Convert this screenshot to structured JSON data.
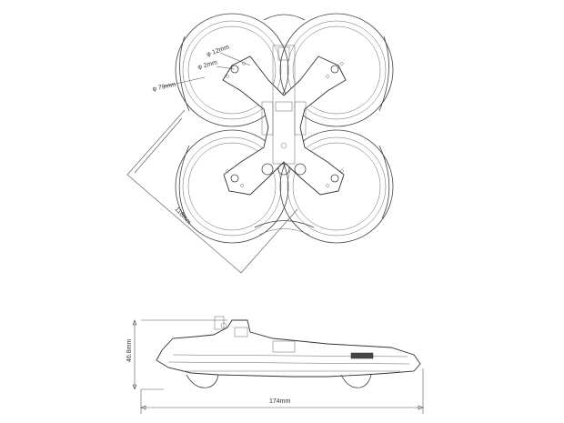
{
  "dimensions": {
    "motor_hole_diameter": "φ 12mm",
    "screw_hole_diameter": "φ 2mm",
    "prop_diameter": "φ 79mm",
    "diagonal_wheelbase": "118mm",
    "height": "46.8mm",
    "length": "174mm"
  },
  "colors": {
    "line": "#444444",
    "background": "#ffffff"
  }
}
